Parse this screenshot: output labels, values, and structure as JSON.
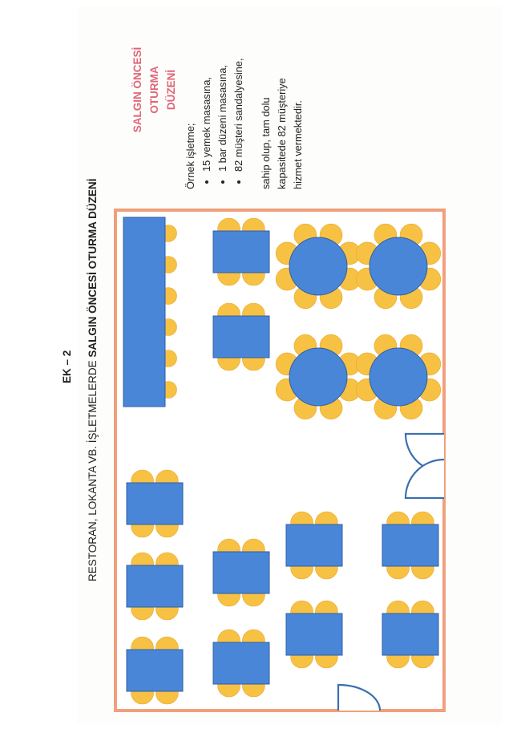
{
  "doc": {
    "annex": "EK – 2",
    "subtitle_prefix": "RESTORAN, LOKANTA VB. İŞLETMELERDE ",
    "subtitle_bold": "SALGIN ÖNCESİ OTURMA DÜZENİ"
  },
  "sidebar": {
    "title_line1": "SALGIN ÖNCESİ OTURMA",
    "title_line2": "DÜZENİ",
    "intro": "Örnek işletme;",
    "bullets": [
      "15  yemek masasına,",
      "1 bar düzeni masasına,",
      "82 müşteri sandalyesine,"
    ],
    "closing": [
      "sahip olup, tam dolu",
      "kapasitede 82 müşteriye",
      "hizmet vermektedir."
    ]
  },
  "colors": {
    "table": "#4a86d8",
    "table_border": "#2f5fa3",
    "chair": "#f7c144",
    "wall": "#f0a07c",
    "door": "#3c6fb0",
    "title_accent": "#e06677"
  }
}
